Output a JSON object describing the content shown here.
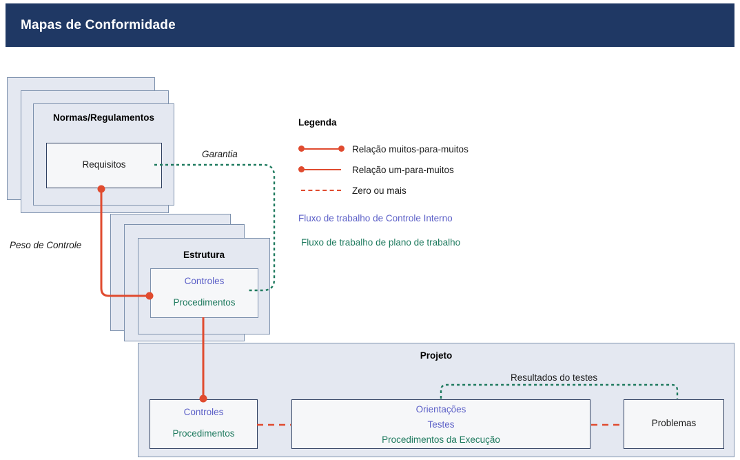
{
  "header": {
    "title": "Mapas de Conformidade",
    "background": "#1F3864"
  },
  "groups": {
    "norms": {
      "title": "Normas/Regulamentos",
      "inner_label": "Requisitos"
    },
    "structure": {
      "title": "Estrutura",
      "inner_labels": [
        "Controles",
        "Procedimentos"
      ]
    },
    "project": {
      "title": "Projeto",
      "controls_box": [
        "Controles",
        "Procedimentos"
      ],
      "guidance_box": [
        "Orientações",
        "Testes",
        "Procedimentos da Execução"
      ],
      "problems_box": "Problemas"
    }
  },
  "edge_labels": {
    "guarantee": "Garantia",
    "control_weight": "Peso de Controle",
    "test_results": "Resultados do testes"
  },
  "legend": {
    "title": "Legenda",
    "items": [
      {
        "icon": "line-dot-both-icon",
        "label": "Relação muitos-para-muitos"
      },
      {
        "icon": "line-dot-left-icon",
        "label": "Relação um-para-muitos"
      },
      {
        "icon": "line-dashed-icon",
        "label": "Zero ou mais"
      }
    ],
    "flows": [
      {
        "label": "Fluxo de trabalho de Controle Interno",
        "color": "#5B5FC7"
      },
      {
        "label": "Fluxo de trabalho de plano de trabalho",
        "color": "#1E7A5E"
      }
    ]
  },
  "colors": {
    "header": "#1F3864",
    "card_fill": "#E4E8F1",
    "card_border": "#7D91AD",
    "inner_fill": "#F6F7F9",
    "inner_border_navy": "#2F4061",
    "relation_red": "#E04B2F",
    "flow_green": "#1E7A5E",
    "flow_purple": "#5B5FC7"
  }
}
